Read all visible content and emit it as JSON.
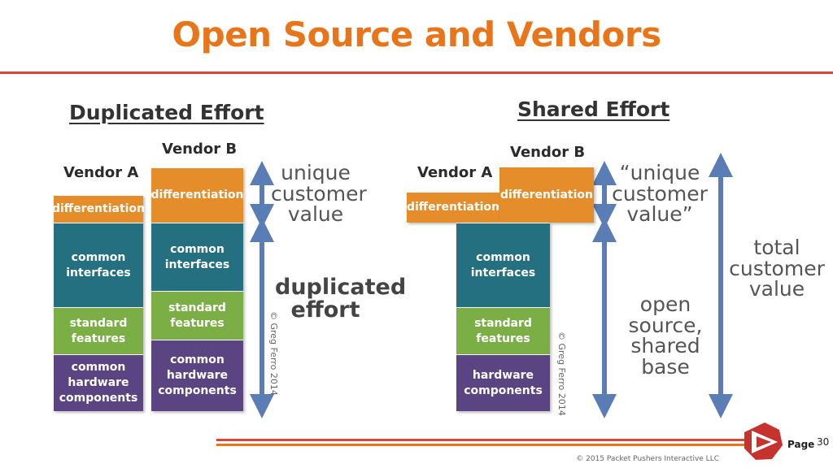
{
  "title": "Open Source and Vendors",
  "left": {
    "heading": "Duplicated Effort",
    "vendor_a": {
      "label": "Vendor A",
      "blocks": [
        "differentiation",
        "common\ninterfaces",
        "standard\nfeatures",
        "common\nhardware\ncomponents"
      ]
    },
    "vendor_b": {
      "label": "Vendor B",
      "blocks": [
        "differentiation",
        "common\ninterfaces",
        "standard\nfeatures",
        "common\nhardware\ncomponents"
      ]
    },
    "note_unique": "unique\ncustomer\nvalue",
    "note_duplicated": "duplicated\neffort",
    "copyright": "© Greg Ferro 2014"
  },
  "right": {
    "heading": "Shared Effort",
    "vendor_a": {
      "label": "Vendor A",
      "block": "differentiation"
    },
    "vendor_b": {
      "label": "Vendor B",
      "block": "differentiation"
    },
    "shared_blocks": [
      "common\ninterfaces",
      "standard\nfeatures",
      "hardware\ncomponents"
    ],
    "note_unique": "“unique\ncustomer\nvalue”",
    "note_open": "open\nsource,\nshared\nbase",
    "note_total": "total\ncustomer\nvalue",
    "copyright": "© Greg Ferro 2014"
  },
  "footer": {
    "copyright": "© 2015 Packet Pushers Interactive LLC",
    "page_label": "Page",
    "page_number": "30"
  },
  "colors": {
    "title": "#e8751a",
    "rule": "#d9473a",
    "differentiation": "#e48d2a",
    "common_interfaces": "#257080",
    "standard_features": "#7cae46",
    "hardware": "#5b4482",
    "arrow": "#5b7db5"
  },
  "icons": [
    "double-arrow-icon",
    "packet-pushers-logo"
  ]
}
